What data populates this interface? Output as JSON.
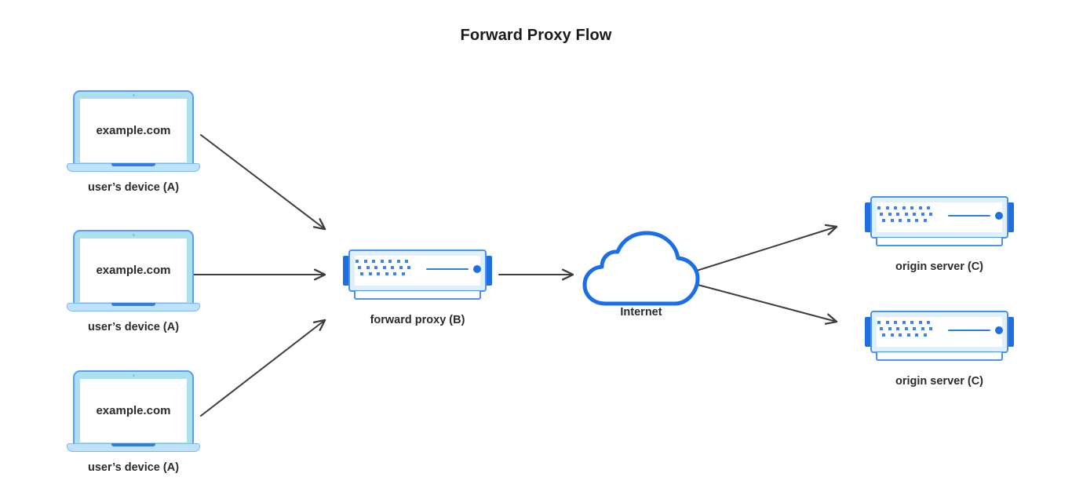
{
  "title": "Forward Proxy Flow",
  "colors": {
    "background": "#ffffff",
    "title_text": "#1a1a1a",
    "label_text": "#2b2b2b",
    "arrow": "#3d3d3d",
    "laptop_border": "#5b9cf8",
    "laptop_inner": "#ace0ef",
    "laptop_screen": "#ffffff",
    "laptop_base": "#bfe2fb",
    "laptop_notch": "#2f7fe0",
    "server_tab": "#1f6fe0",
    "server_border": "#4a92ef",
    "server_inner": "#dff0fb",
    "server_accent": "#3b82f0",
    "cloud_stroke": "#1a6fe8",
    "cloud_fill": "#ffffff"
  },
  "nodes": {
    "clients": [
      {
        "id": "client-1",
        "screen_text": "example.com",
        "label": "user’s device (A)",
        "icon": "laptop-icon"
      },
      {
        "id": "client-2",
        "screen_text": "example.com",
        "label": "user’s device (A)",
        "icon": "laptop-icon"
      },
      {
        "id": "client-3",
        "screen_text": "example.com",
        "label": "user’s device (A)",
        "icon": "laptop-icon"
      }
    ],
    "proxy": {
      "id": "proxy",
      "label": "forward proxy (B)",
      "icon": "server-icon"
    },
    "internet": {
      "id": "internet",
      "label": "Internet",
      "icon": "cloud-icon"
    },
    "origins": [
      {
        "id": "origin-1",
        "label": "origin server (C)",
        "icon": "server-icon"
      },
      {
        "id": "origin-2",
        "label": "origin server (C)",
        "icon": "server-icon"
      }
    ]
  },
  "edges": [
    {
      "id": "edge-client1-proxy",
      "from": "client-1",
      "to": "proxy",
      "style": "arrow"
    },
    {
      "id": "edge-client2-proxy",
      "from": "client-2",
      "to": "proxy",
      "style": "arrow"
    },
    {
      "id": "edge-client3-proxy",
      "from": "client-3",
      "to": "proxy",
      "style": "arrow"
    },
    {
      "id": "edge-proxy-internet",
      "from": "proxy",
      "to": "internet",
      "style": "arrow"
    },
    {
      "id": "edge-internet-origin1",
      "from": "internet",
      "to": "origin-1",
      "style": "arrow"
    },
    {
      "id": "edge-internet-origin2",
      "from": "internet",
      "to": "origin-2",
      "style": "arrow"
    }
  ]
}
